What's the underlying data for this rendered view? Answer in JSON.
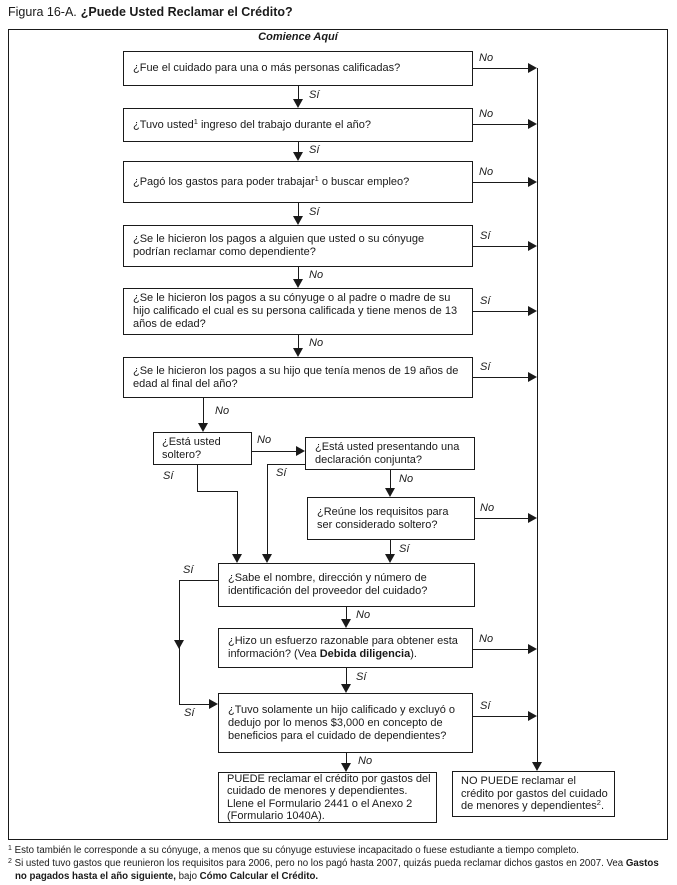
{
  "figure": {
    "title_prefix": "Figura 16-A.",
    "title_main": "¿Puede Usted Reclamar el Crédito?",
    "start_label": "Comience Aquí"
  },
  "labels": {
    "yes": "Sí",
    "no": "No"
  },
  "nodes": {
    "q1": {
      "text": "¿Fue el cuidado para una o más personas calificadas?"
    },
    "q2": {
      "pre": "¿Tuvo usted",
      "sup": "1",
      "post": " ingreso del trabajo durante el año?"
    },
    "q3": {
      "pre": "¿Pagó los gastos para poder trabajar",
      "sup": "1",
      "post": " o buscar empleo?"
    },
    "q4": {
      "text": "¿Se le hicieron los pagos a alguien que usted o su cónyuge podrían reclamar como dependiente?"
    },
    "q5": {
      "text": "¿Se le hicieron los pagos a su cónyuge o al padre o madre de su hijo calificado el cual es su persona calificada y tiene menos de 13 años de edad?"
    },
    "q6": {
      "text": "¿Se le hicieron los pagos a su hijo que tenía menos de 19 años de edad al final del año?"
    },
    "q7": {
      "text": "¿Está usted soltero?"
    },
    "q8": {
      "text": "¿Está usted presentando una declaración conjunta?"
    },
    "q9": {
      "text": "¿Reúne los requisitos para ser considerado soltero?"
    },
    "q10": {
      "text": "¿Sabe el nombre, dirección y número de identificación del proveedor del cuidado?"
    },
    "q11": {
      "pre": "¿Hizo un esfuerzo razonable para obtener esta información? (Vea ",
      "bold": "Debida diligencia",
      "post": ")."
    },
    "q12": {
      "text": "¿Tuvo solamente un hijo calificado y excluyó o dedujo por lo menos $3,000 en concepto de beneficios para el cuidado de dependientes?"
    },
    "result_yes": {
      "line1": "PUEDE reclamar el crédito por gastos del cuidado de menores y dependientes.",
      "line2": "Llene el Formulario 2441 o el Anexo 2 (Formulario 1040A)."
    },
    "result_no": {
      "pre": "NO PUEDE reclamar el crédito por gastos del cuidado de menores y dependientes",
      "sup": "2",
      "post": "."
    }
  },
  "footnotes": [
    {
      "sup": "1",
      "text": "Esto también le corresponde a su cónyuge, a menos que su cónyuge estuviese incapacitado o fuese estudiante a tiempo completo."
    },
    {
      "sup": "2",
      "pre": "Si usted tuvo gastos que reunieron los requisitos para 2006, pero no los pagó hasta 2007, quizás pueda reclamar dichos gastos en 2007. Vea ",
      "bold1": "Gastos no pagados hasta el año siguiente,",
      "mid": " bajo ",
      "bold2": "Cómo Calcular el Crédito."
    }
  ]
}
